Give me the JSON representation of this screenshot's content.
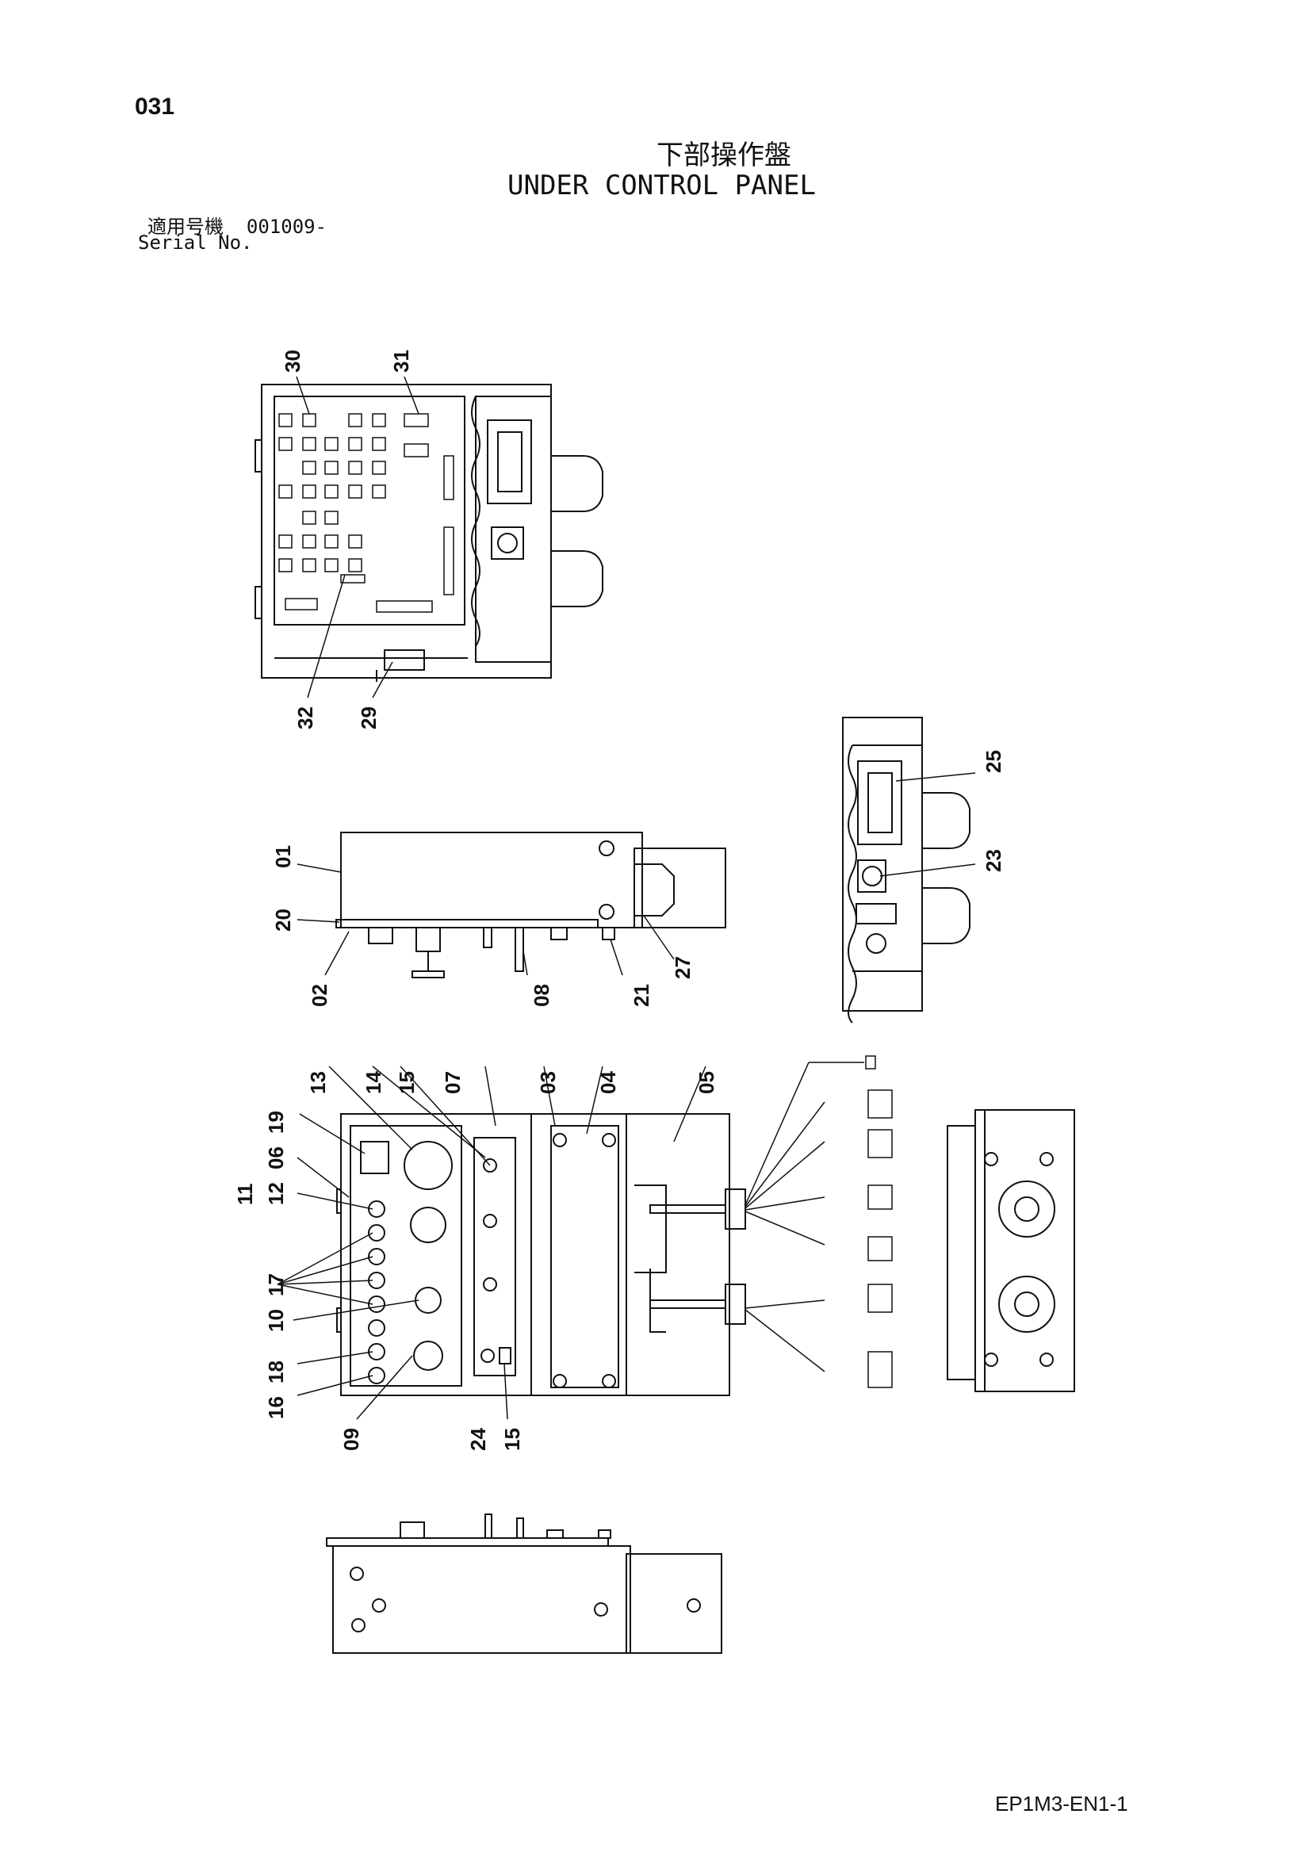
{
  "page": {
    "number": "031",
    "title_jp": "下部操作盤",
    "title_en": "UNDER CONTROL PANEL",
    "serial_label_jp": "適用号機",
    "serial_value": "001009-",
    "serial_label_en": "Serial No.",
    "doc_code": "EP1M3-EN1-1"
  },
  "callouts": {
    "c30": "30",
    "c31": "31",
    "c32": "32",
    "c29": "29",
    "c25": "25",
    "c23": "23",
    "c01": "01",
    "c20": "20",
    "c02": "02",
    "c08": "08",
    "c21": "21",
    "c27": "27",
    "c13": "13",
    "c14": "14",
    "c15a": "15",
    "c07": "07",
    "c03": "03",
    "c04": "04",
    "c05": "05",
    "c19": "19",
    "c06": "06",
    "c11": "11",
    "c12": "12",
    "c17": "17",
    "c10": "10",
    "c18": "18",
    "c16": "16",
    "c09": "09",
    "c24": "24",
    "c15b": "15"
  }
}
